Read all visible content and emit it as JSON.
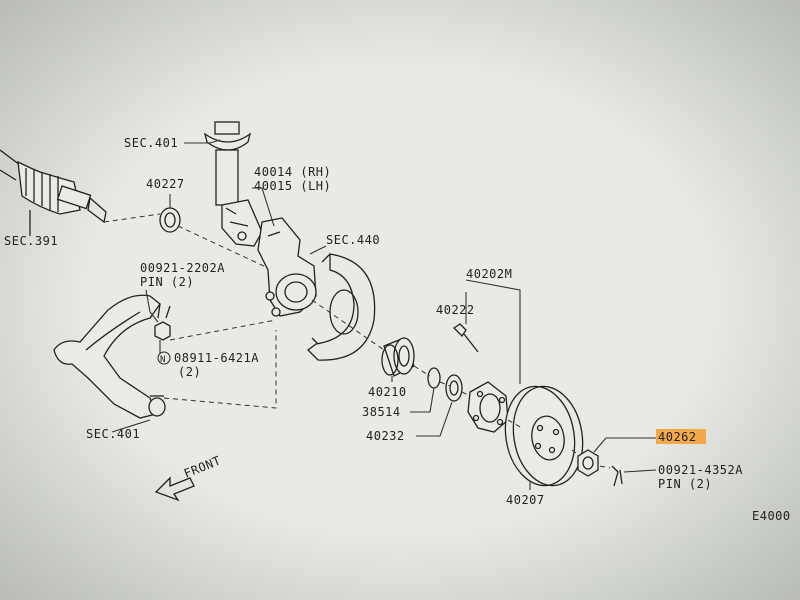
{
  "labels": {
    "sec401_top": "SEC.401",
    "p40014": "40014 (RH)",
    "p40015": "40015 (LH)",
    "p40227": "40227",
    "sec391": "SEC.391",
    "sec440": "SEC.440",
    "p00921_2202a": "00921-2202A",
    "pin2_a": "PIN (2)",
    "p40202m": "40202M",
    "p40222": "40222",
    "p08911": "08911-6421A",
    "qty2": "(2)",
    "p40210": "40210",
    "p38514": "38514",
    "sec401_bottom": "SEC.401",
    "p40232": "40232",
    "p40262": "40262",
    "p00921_4352a": "00921-4352A",
    "pin2_b": "PIN (2)",
    "front": "FRONT",
    "p40207": "40207",
    "e4000": "E4000",
    "n_symbol": "N"
  },
  "colors": {
    "highlight": "#f5a13a",
    "paper": "#e9ebe6",
    "ink": "#222222"
  }
}
